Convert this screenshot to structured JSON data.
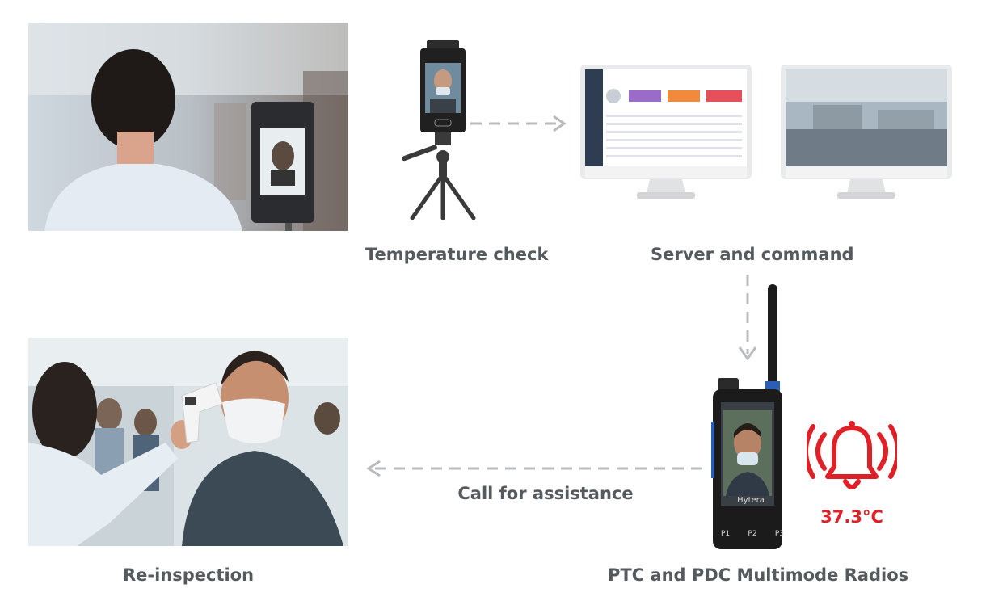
{
  "steps": {
    "temperature_check": "Temperature check",
    "server_command": "Server and command",
    "call_assistance": "Call for assistance",
    "re_inspection": "Re-inspection",
    "radios": "PTC and PDC Multimode Radios"
  },
  "alarm": {
    "temperature": "37.3°C",
    "color": "#e02027"
  },
  "radio": {
    "brand": "Hytera",
    "keys": [
      "P1",
      "P2",
      "P3"
    ]
  },
  "colors": {
    "label": "#555a5e",
    "arrow": "#b9bbbd",
    "alarm": "#e02027"
  }
}
